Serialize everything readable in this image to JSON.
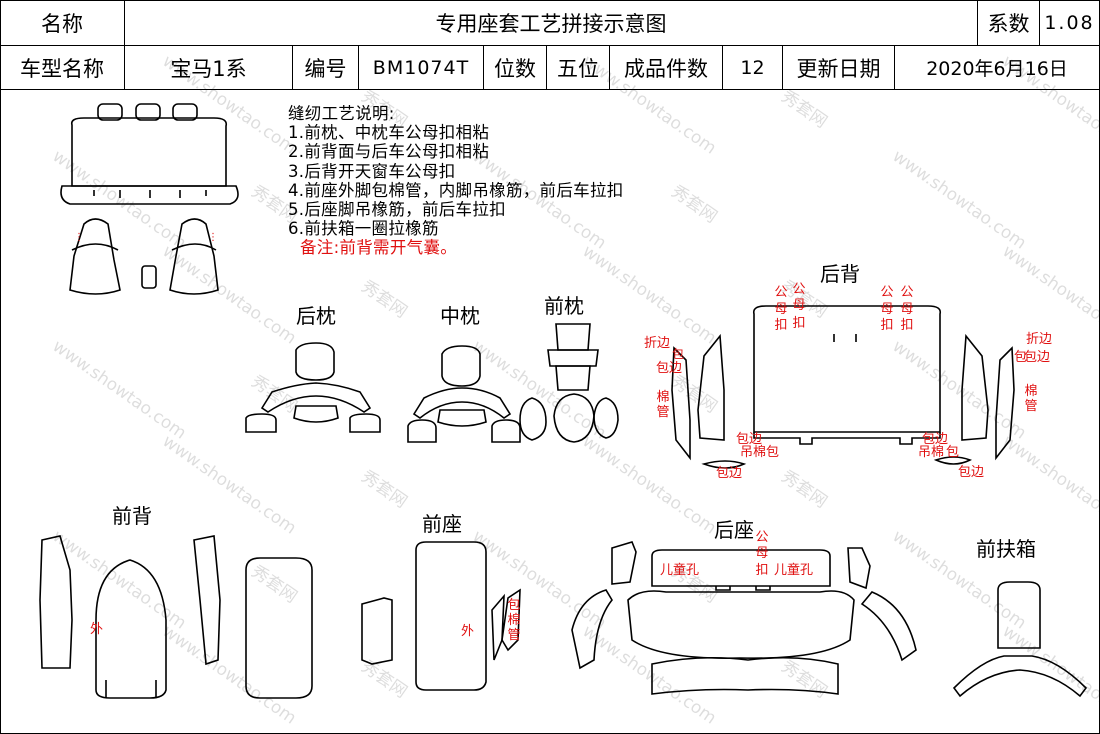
{
  "header": {
    "name_label": "名称",
    "title": "专用座套工艺拼接示意图",
    "coef_label": "系数",
    "coef_value": "1.08",
    "model_label": "车型名称",
    "model_value": "宝马1系",
    "code_label": "编号",
    "code_value": "BM1074T",
    "seats_label": "位数",
    "seats_value": "五位",
    "pieces_label": "成品件数",
    "pieces_value": "12",
    "update_label": "更新日期",
    "update_value": "2020年6月16日"
  },
  "notes": {
    "title": "缝纫工艺说明:",
    "items": [
      "1.前枕、中枕车公母扣相粘",
      "2.前背面与后车公母扣相粘",
      "3.后背开天窗车公母扣",
      "4.前座外脚包棉管，内脚吊橡筋，前后车拉扣",
      "5.后座脚吊橡筋，前后车拉扣",
      "6.前扶箱一圈拉橡筋"
    ],
    "remark": "备注:前背需开气囊。"
  },
  "sections": {
    "rear_pillow": "后枕",
    "mid_pillow": "中枕",
    "front_pillow": "前枕",
    "rear_back": "后背",
    "front_back": "前背",
    "front_seat": "前座",
    "rear_seat": "后座",
    "front_armrest": "前扶箱"
  },
  "marks": {
    "male": "公",
    "female": "母",
    "buckle": "扣",
    "fold_edge": "折边",
    "wrap_edge": "包边",
    "cotton_tube": "棉管",
    "hang_cotton_wrap": "吊棉包",
    "hang_cotton": "吊棉",
    "wrap": "包",
    "outer": "外",
    "wrap_cotton_tube": "包棉管",
    "child_hole": "儿童孔"
  },
  "watermark": {
    "site": "www.showtao.com",
    "brand": "秀套网"
  }
}
